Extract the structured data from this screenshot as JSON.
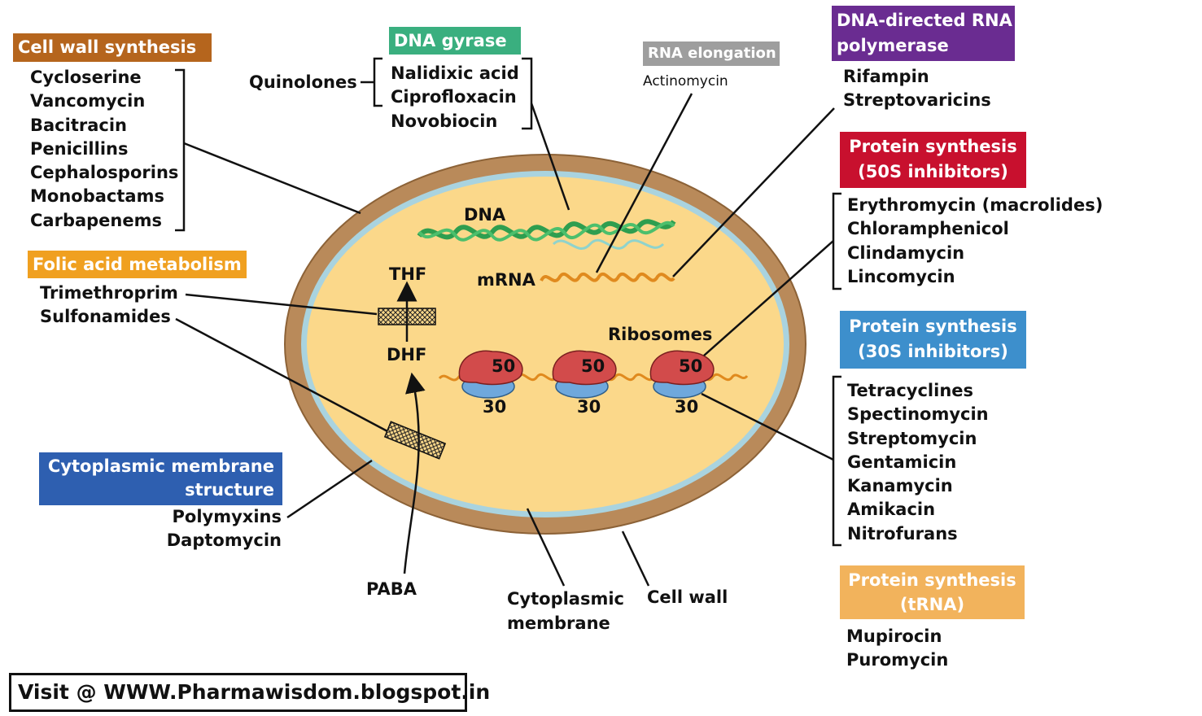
{
  "colors": {
    "cell_wall": "#b98a5a",
    "membrane": "#a9d3df",
    "cytoplasm": "#fbd88a",
    "cell_wall_synthesis": "#b5651d",
    "dna_gyrase": "#3aaf7f",
    "rna_elongation": "#9e9e9e",
    "rna_polymerase": "#6a2c91",
    "protein_50s": "#c8102e",
    "protein_30s": "#3d8fcc",
    "protein_trna": "#f2b35c",
    "folic_acid": "#f0a020",
    "cytoplasmic_membrane": "#2e5fb0",
    "ribosome_large": "#d24b4b",
    "ribosome_small": "#6fa8dc",
    "dna_strand": "#2e9e4f",
    "mrna_strand": "#e08a1e"
  },
  "groups": {
    "cell_wall_synthesis": {
      "title": "Cell wall synthesis",
      "items": [
        "Cycloserine",
        "Vancomycin",
        "Bacitracin",
        "Penicillins",
        "Cephalosporins",
        "Monobactams",
        "Carbapenems"
      ]
    },
    "dna_gyrase": {
      "title": "DNA gyrase",
      "class_label": "Quinolones",
      "items": [
        "Nalidixic acid",
        "Ciprofloxacin",
        "Novobiocin"
      ]
    },
    "rna_elongation": {
      "title": "RNA elongation",
      "items": [
        "Actinomycin"
      ]
    },
    "rna_polymerase": {
      "title_line1": "DNA-directed RNA",
      "title_line2": "polymerase",
      "items": [
        "Rifampin",
        "Streptovaricins"
      ]
    },
    "protein_50s": {
      "title_line1": "Protein synthesis",
      "title_line2": "(50S inhibitors)",
      "items": [
        "Erythromycin (macrolides)",
        "Chloramphenicol",
        "Clindamycin",
        "Lincomycin"
      ]
    },
    "protein_30s": {
      "title_line1": "Protein synthesis",
      "title_line2": "(30S inhibitors)",
      "items": [
        "Tetracyclines",
        "Spectinomycin",
        "Streptomycin",
        "Gentamicin",
        "Kanamycin",
        "Amikacin",
        "Nitrofurans"
      ]
    },
    "protein_trna": {
      "title_line1": "Protein synthesis",
      "title_line2": "(tRNA)",
      "items": [
        "Mupirocin",
        "Puromycin"
      ]
    },
    "folic_acid": {
      "title": "Folic acid metabolism",
      "items": [
        "Trimethroprim",
        "Sulfonamides"
      ]
    },
    "cytoplasmic_membrane": {
      "title_line1": "Cytoplasmic membrane",
      "title_line2": "structure",
      "items": [
        "Polymyxins",
        "Daptomycin"
      ]
    }
  },
  "cell_labels": {
    "dna": "DNA",
    "mrna": "mRNA",
    "ribosomes": "Ribosomes",
    "thf": "THF",
    "dhf": "DHF",
    "paba": "PABA",
    "cytoplasmic_membrane_line1": "Cytoplasmic",
    "cytoplasmic_membrane_line2": "membrane",
    "cell_wall": "Cell wall",
    "large_subunit": "50",
    "small_subunit": "30"
  },
  "watermark": "Visit @ WWW.Pharmawisdom.blogspot.in"
}
